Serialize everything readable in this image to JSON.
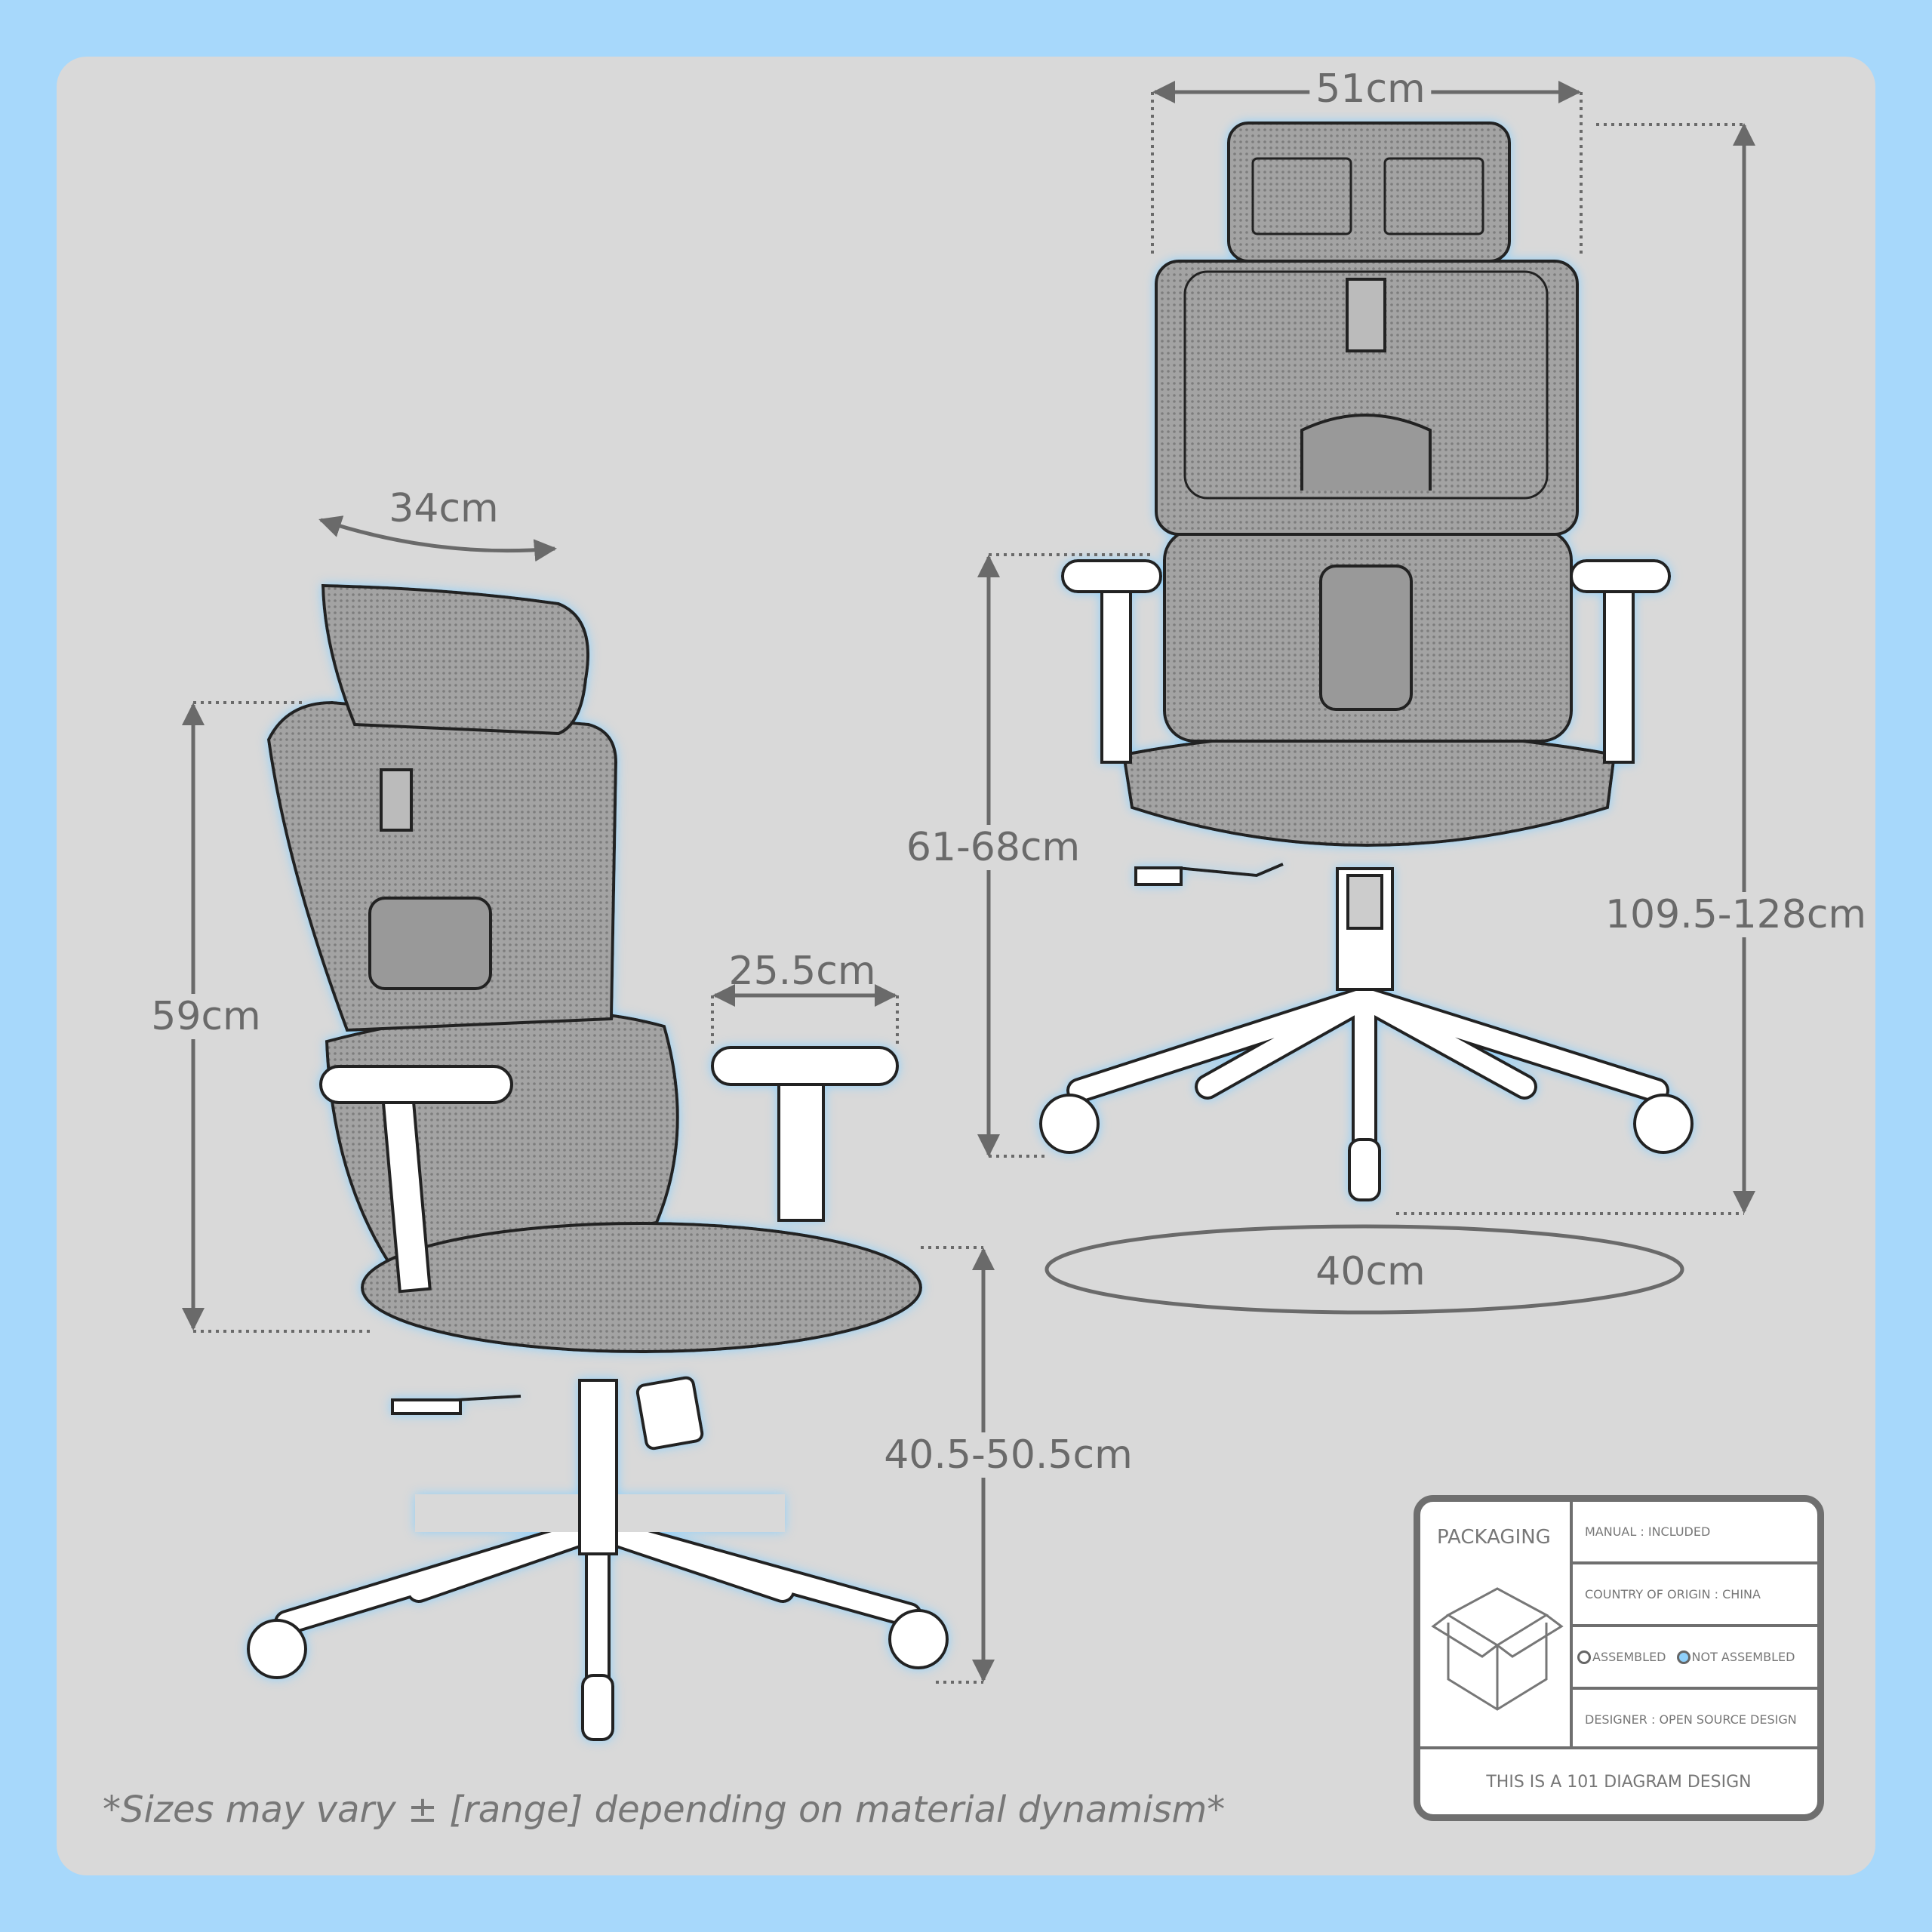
{
  "colors": {
    "background": "#a7d8fb",
    "panel": "#d9d9d9",
    "line": "#6a6a6a",
    "glow": "#8fd0fb"
  },
  "front_view": {
    "width_label": "51cm",
    "total_height_label": "109.5-128cm",
    "seat_height_label": "61-68cm",
    "base_label": "40cm"
  },
  "side_view": {
    "headrest_label": "34cm",
    "armrest_label": "25.5cm",
    "back_height_label": "59cm",
    "seat_height_label": "40.5-50.5cm"
  },
  "footnote": "*Sizes may vary ± [range] depending on material dynamism*",
  "packaging": {
    "title": "PACKAGING",
    "icon": "open-box-icon",
    "manual": "MANUAL :  INCLUDED",
    "origin": "COUNTRY OF ORIGIN :  CHINA",
    "options": [
      {
        "label": "ASSEMBLED",
        "selected": false
      },
      {
        "label": "NOT ASSEMBLED",
        "selected": true
      }
    ],
    "designer": "DESIGNER :  OPEN SOURCE DESIGN",
    "footer": "THIS IS A 101 DIAGRAM DESIGN"
  }
}
